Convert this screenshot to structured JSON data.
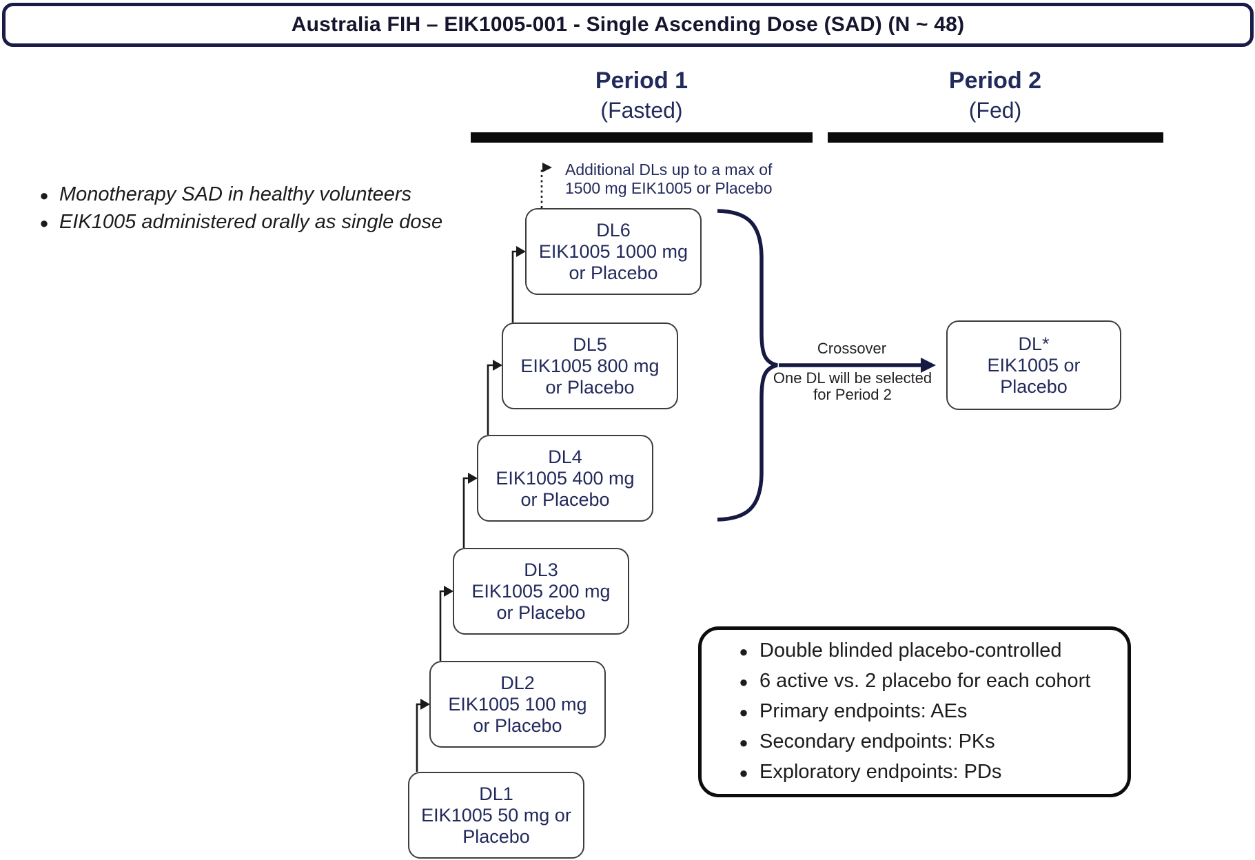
{
  "title": "Australia FIH – EIK1005-001 - Single Ascending Dose (SAD) (N ~ 48)",
  "periods": [
    {
      "label": "Period 1",
      "sublabel": "(Fasted)"
    },
    {
      "label": "Period 2",
      "sublabel": "(Fed)"
    }
  ],
  "left_bullets": [
    "Monotherapy SAD in healthy volunteers",
    "EIK1005 administered orally as single dose"
  ],
  "escalation_note": {
    "line1": "Additional DLs up to a max of",
    "line2": "1500 mg EIK1005 or Placebo"
  },
  "dose_levels": [
    {
      "lines": [
        "DL1",
        "EIK1005 50 mg or",
        "Placebo"
      ]
    },
    {
      "lines": [
        "DL2",
        "EIK1005 100 mg",
        "or Placebo"
      ]
    },
    {
      "lines": [
        "DL3",
        "EIK1005 200 mg",
        "or Placebo"
      ]
    },
    {
      "lines": [
        "DL4",
        "EIK1005 400 mg",
        "or Placebo"
      ]
    },
    {
      "lines": [
        "DL5",
        "EIK1005 800 mg",
        "or Placebo"
      ]
    },
    {
      "lines": [
        "DL6",
        "EIK1005 1000 mg",
        "or Placebo"
      ]
    }
  ],
  "crossover": {
    "label": "Crossover",
    "note_line1": "One DL will be selected",
    "note_line2": "for Period 2"
  },
  "selected_dose_box": {
    "lines": [
      "DL*",
      "EIK1005 or",
      "Placebo"
    ]
  },
  "study_details": [
    "Double blinded placebo-controlled",
    "6 active vs. 2 placebo for each cohort",
    "Primary endpoints: AEs",
    "Secondary endpoints: PKs",
    "Exploratory endpoints: PDs"
  ],
  "colors": {
    "navy_text": "#222a5c",
    "dark_navy_line": "#161a42",
    "black_line": "#1a1a1a",
    "bar_black": "#0b0b0b"
  }
}
